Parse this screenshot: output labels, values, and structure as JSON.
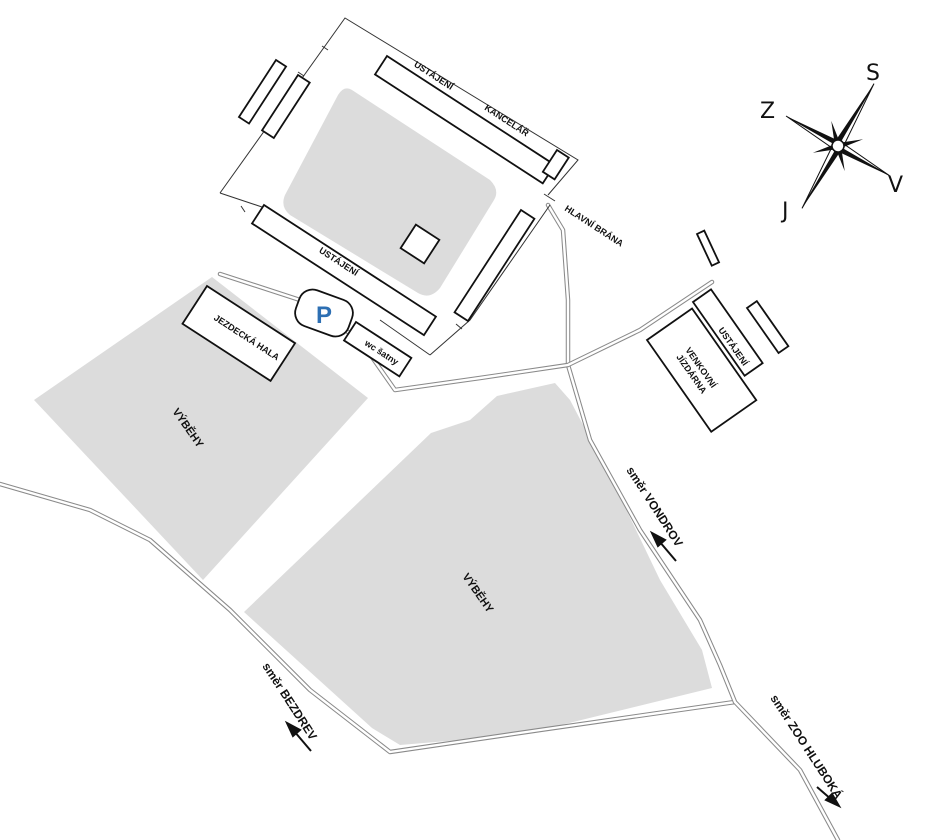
{
  "labels": {
    "ustajeni_top": "USTÁJENÍ",
    "kancelar": "KANCELÁŘ",
    "hlavni_brana": "HLAVNÍ BRÁNA",
    "ustajeni_mid": "USTÁJENÍ",
    "parking": "P",
    "wc_satny": "wc šatny",
    "jezdecka_hala": "JEZDECKÁ HALA",
    "vybehy_left": "VÝBĚHY",
    "vybehy_center": "VÝBĚHY",
    "ustajeni_right": "USTÁJENÍ",
    "venkovni_jizdarna_1": "VENKOVNÍ",
    "venkovni_jizdarna_2": "JÍZDÁRNA",
    "smer_vondrov": "směr VONDROV",
    "smer_bezdrev": "směr BEZDREV",
    "smer_zoo": "směr ZOO HLUBOKÁ"
  },
  "compass": {
    "north": "S",
    "south": "J",
    "east": "V",
    "west": "Z"
  },
  "colors": {
    "parking_blue": "#2d6fb3",
    "area_grey": "#dcdcdc",
    "ink": "#111111"
  }
}
